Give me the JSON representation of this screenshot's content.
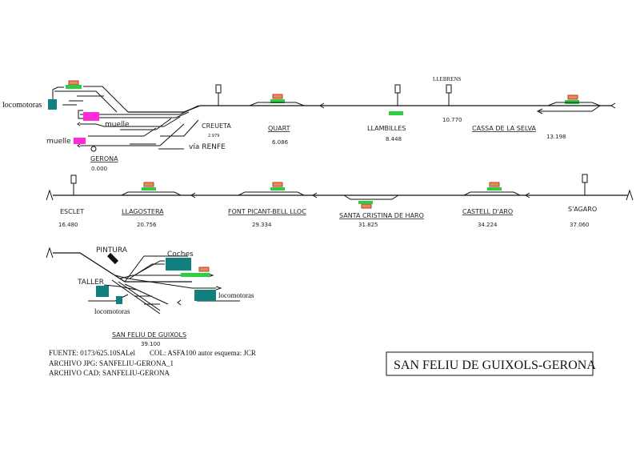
{
  "title": "SAN FELIU DE GUIXOLS-GERONA",
  "colors": {
    "platform": "#2ecc40",
    "building_fill": "#e58a5a",
    "building_stroke": "#c0392b",
    "loco_shed": "#138080",
    "dock": "#ff2bd6",
    "track": "#111111"
  },
  "stations": {
    "gerona": {
      "name": "GERONA",
      "km": "0.000"
    },
    "creueta": {
      "name": "CREUETA",
      "km": "2.979"
    },
    "quart": {
      "name": "QUART",
      "km": "6.086"
    },
    "llambilles": {
      "name": "LLAMBILLES",
      "km": "8.448"
    },
    "llebrens": {
      "name": "LLEBRENS",
      "km": "10.770"
    },
    "cassa": {
      "name": "CASSA DE LA SELVA",
      "km": "13.198"
    },
    "esclet": {
      "name": "ESCLET",
      "km": "16.480"
    },
    "llagostera": {
      "name": "LLAGOSTERA",
      "km": "20.756"
    },
    "font": {
      "name": "FONT PICANT-BELL LLOC",
      "km": "29.334"
    },
    "santa": {
      "name": "SANTA CRISTINA DE HARO",
      "km": "31.825"
    },
    "castell": {
      "name": "CASTELL D'ARO",
      "km": "34.224"
    },
    "sagaro": {
      "name": "S'AGARO",
      "km": "37.060"
    },
    "sanfeliu": {
      "name": "SAN FELIU DE GUIXOLS",
      "km": "39.100"
    }
  },
  "labels": {
    "locomotoras_gerona": "locomotoras",
    "muelle1": "muelle",
    "muelle2": "muelle",
    "via_renfe": "vía RENFE",
    "pintura": "PINTURA",
    "coches": "Coches",
    "taller": "TALLER",
    "locomotoras_sf1": "locomotoras",
    "locomotoras_sf2": "locomotoras"
  },
  "footer": {
    "fuente": "FUENTE: 0173/625.10SALel",
    "col": "COL: ASFA100 autor esquema: JCR",
    "archivo_jpg": "ARCHIVO JPG: SANFELIU-GERONA_1",
    "archivo_cad": "ARCHIVO CAD: SANFELIU-GERONA"
  }
}
